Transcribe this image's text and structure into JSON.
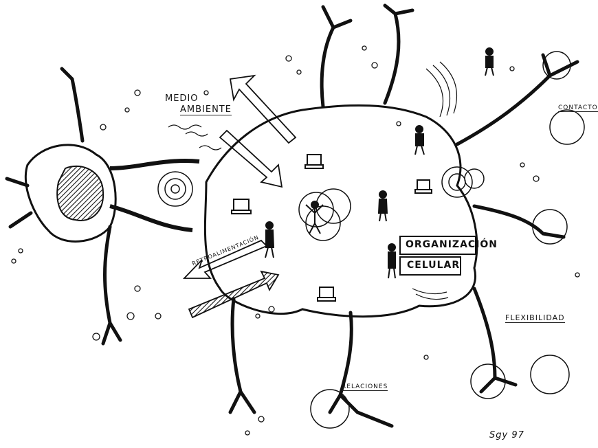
{
  "labels": {
    "medio": "MEDIO",
    "ambiente": "AMBIENTE",
    "contacto": "CONTACTO",
    "retroalimentacion": "RETROALIMENTACIÓN",
    "organizacion": "ORGANIZACIÓN",
    "celular": "CELULAR",
    "flexibilidad": "FLEXIBILIDAD",
    "relaciones": "RELACIONES",
    "signature": "Sgy 97"
  },
  "colors": {
    "ink": "#111111",
    "paper": "#ffffff"
  }
}
